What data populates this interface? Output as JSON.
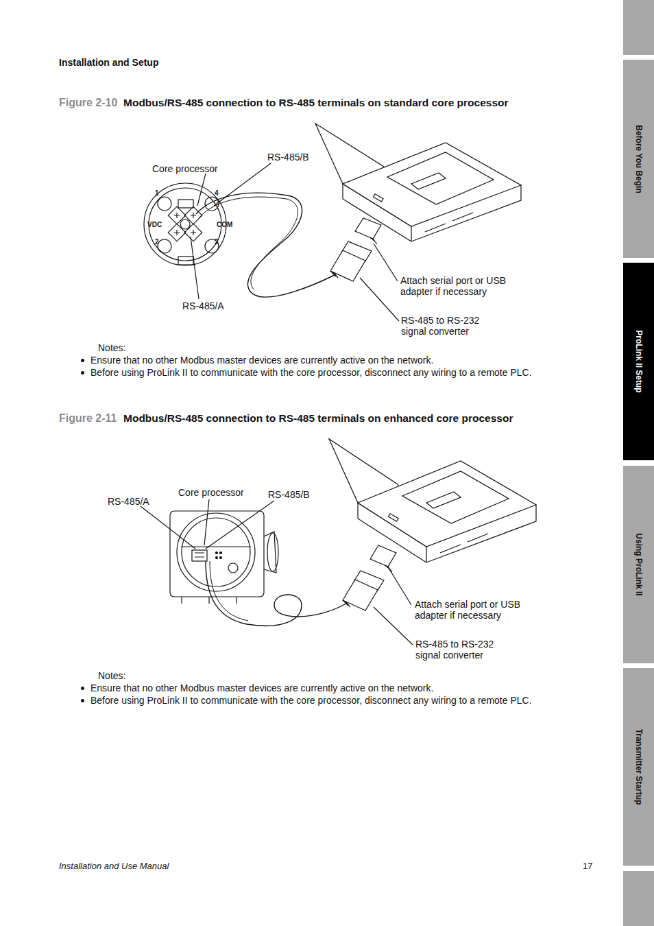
{
  "diagram": {
    "nodes": [
      {
        "text": [
          "Before You Begin"
        ]
      },
      {
        "text": [
          "ProLink II Setup"
        ]
      },
      {
        "text": [
          "Using ProLink II"
        ]
      },
      {
        "text": [
          "Transmitter Startup"
        ]
      }
    ],
    "labels": [
      "Installation and Setup",
      "Figure 2-10",
      "Modbus/RS-485 connection to RS-485 terminals on standard core processor",
      "Core processor",
      "RS-485/B",
      "RS-485/A",
      "Attach serial port or USB adapter if necessary",
      "RS-485 to RS-232 signal converter",
      "Notes:",
      "Ensure that no other Modbus master devices are currently active on the network.",
      "Before using ProLink II to communicate with the core processor, disconnect any wiring to a remote PLC.",
      "VDC",
      "COM",
      "1",
      "2",
      "3",
      "4",
      "Figure 2-11",
      "Modbus/RS-485 connection to RS-485 terminals on enhanced core processor",
      "RS-485/A",
      "Core processor",
      "RS-485/B",
      "Attach serial port or USB adapter if necessary",
      "RS-485 to RS-232 signal converter",
      "Notes:",
      "Ensure that no other Modbus master devices are currently active on the network.",
      "Before using ProLink II to communicate with the core processor, disconnect any wiring to a remote PLC.",
      "Installation and Use Manual",
      "17"
    ]
  }
}
